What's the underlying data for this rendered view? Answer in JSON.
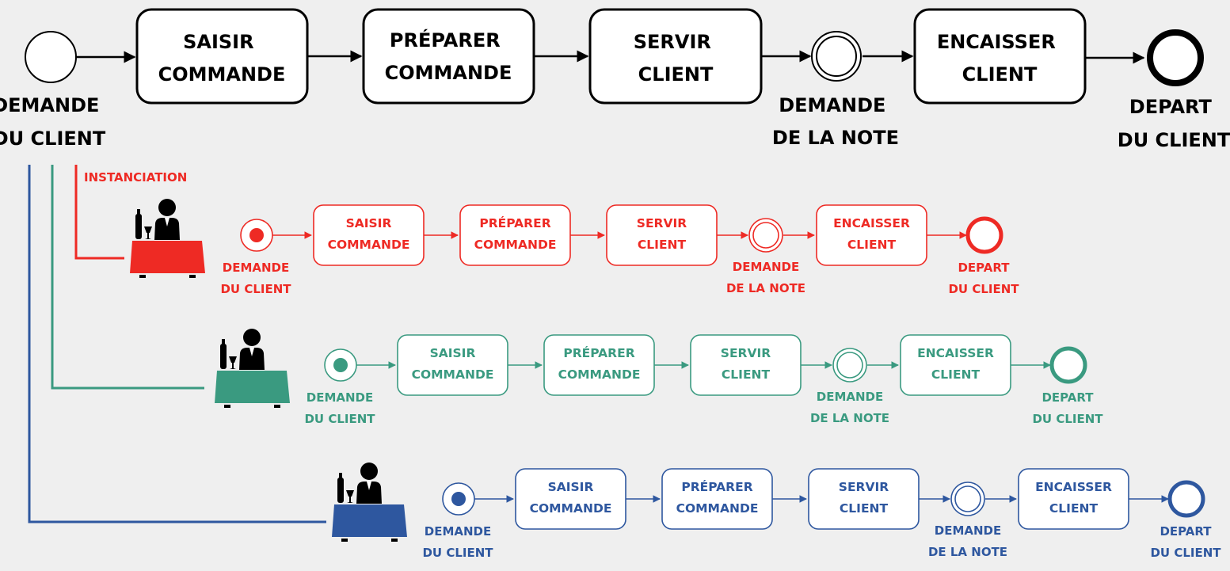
{
  "main_process": {
    "color": "#000000",
    "start_event": [
      "DEMANDE",
      "DU CLIENT"
    ],
    "tasks": [
      [
        "SAISIR",
        "COMMANDE"
      ],
      [
        "PRÉPARER",
        "COMMANDE"
      ],
      [
        "SERVIR",
        "CLIENT"
      ]
    ],
    "intermediate_event": [
      "DEMANDE",
      "DE LA NOTE"
    ],
    "final_task": [
      "ENCAISSER",
      "CLIENT"
    ],
    "end_event": [
      "DEPART",
      "DU CLIENT"
    ]
  },
  "instantiation_label": "INSTANCIATION",
  "instances": [
    {
      "color": "#ee2a24",
      "start_event": [
        "DEMANDE",
        "DU CLIENT"
      ],
      "tasks": [
        [
          "SAISIR",
          "COMMANDE"
        ],
        [
          "PRÉPARER",
          "COMMANDE"
        ],
        [
          "SERVIR",
          "CLIENT"
        ]
      ],
      "intermediate_event": [
        "DEMANDE",
        "DE LA NOTE"
      ],
      "final_task": [
        "ENCAISSER",
        "CLIENT"
      ],
      "end_event": [
        "DEPART",
        "DU CLIENT"
      ],
      "icon": "waiter-table-icon"
    },
    {
      "color": "#3a9a80",
      "start_event": [
        "DEMANDE",
        "DU CLIENT"
      ],
      "tasks": [
        [
          "SAISIR",
          "COMMANDE"
        ],
        [
          "PRÉPARER",
          "COMMANDE"
        ],
        [
          "SERVIR",
          "CLIENT"
        ]
      ],
      "intermediate_event": [
        "DEMANDE",
        "DE LA NOTE"
      ],
      "final_task": [
        "ENCAISSER",
        "CLIENT"
      ],
      "end_event": [
        "DEPART",
        "DU CLIENT"
      ],
      "icon": "waiter-table-icon"
    },
    {
      "color": "#2e579f",
      "start_event": [
        "DEMANDE",
        "DU CLIENT"
      ],
      "tasks": [
        [
          "SAISIR",
          "COMMANDE"
        ],
        [
          "PRÉPARER",
          "COMMANDE"
        ],
        [
          "SERVIR",
          "CLIENT"
        ]
      ],
      "intermediate_event": [
        "DEMANDE",
        "DE LA NOTE"
      ],
      "final_task": [
        "ENCAISSER",
        "CLIENT"
      ],
      "end_event": [
        "DEPART",
        "DU CLIENT"
      ],
      "icon": "waiter-table-icon"
    }
  ]
}
